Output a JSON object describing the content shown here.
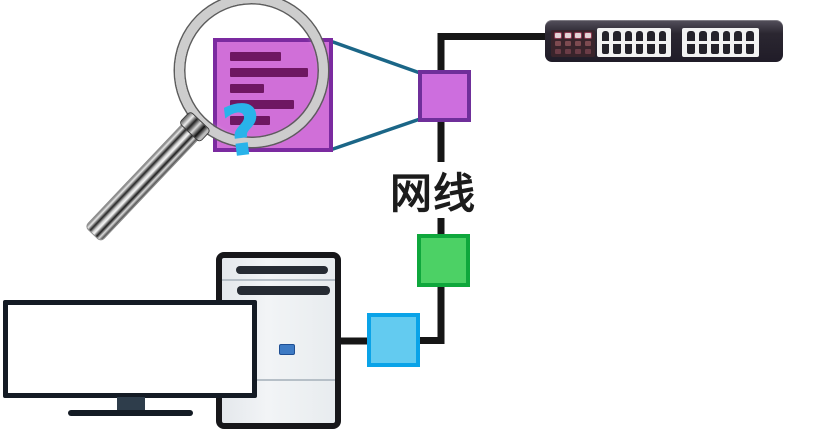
{
  "labels": {
    "cable": "网线"
  },
  "packet_document": {
    "fill": "#d06fd8",
    "border": "#7b2aa0",
    "line_color": "#6e1762",
    "line_widths": [
      51,
      78,
      34,
      64,
      40
    ]
  },
  "question_mark": {
    "glyph": "?",
    "color": "#29b3ea"
  },
  "connectors": {
    "funnel_color": "#1b6687",
    "cable_color": "#161616",
    "funnel_paths": [
      "M333,42 L420,73",
      "M333,149 L420,119"
    ],
    "cable_paths": [
      "M441,75 L441,36.5 L545,36.5",
      "M441,120 L441,162",
      "M441,218 L441,238",
      "M441,284 L441,340.5 L418,340.5",
      "M341,341 L370,341"
    ]
  },
  "nodes": {
    "uplink": {
      "fill": "#cd6ede",
      "border": "#6f2f9a"
    },
    "mid": {
      "fill": "#4cd165",
      "border": "#0fa73c"
    },
    "nic": {
      "fill": "#63cbf0",
      "border": "#0aa3e8"
    }
  },
  "switch": {
    "body_color": "#2b2731",
    "led_rows": 3,
    "led_cols": 4,
    "port_rows": 2,
    "port_cols": 6,
    "port_banks": 2
  },
  "computer": {
    "tower_fill": "#edf0f3",
    "power_button_color": "#3d7ac4"
  }
}
